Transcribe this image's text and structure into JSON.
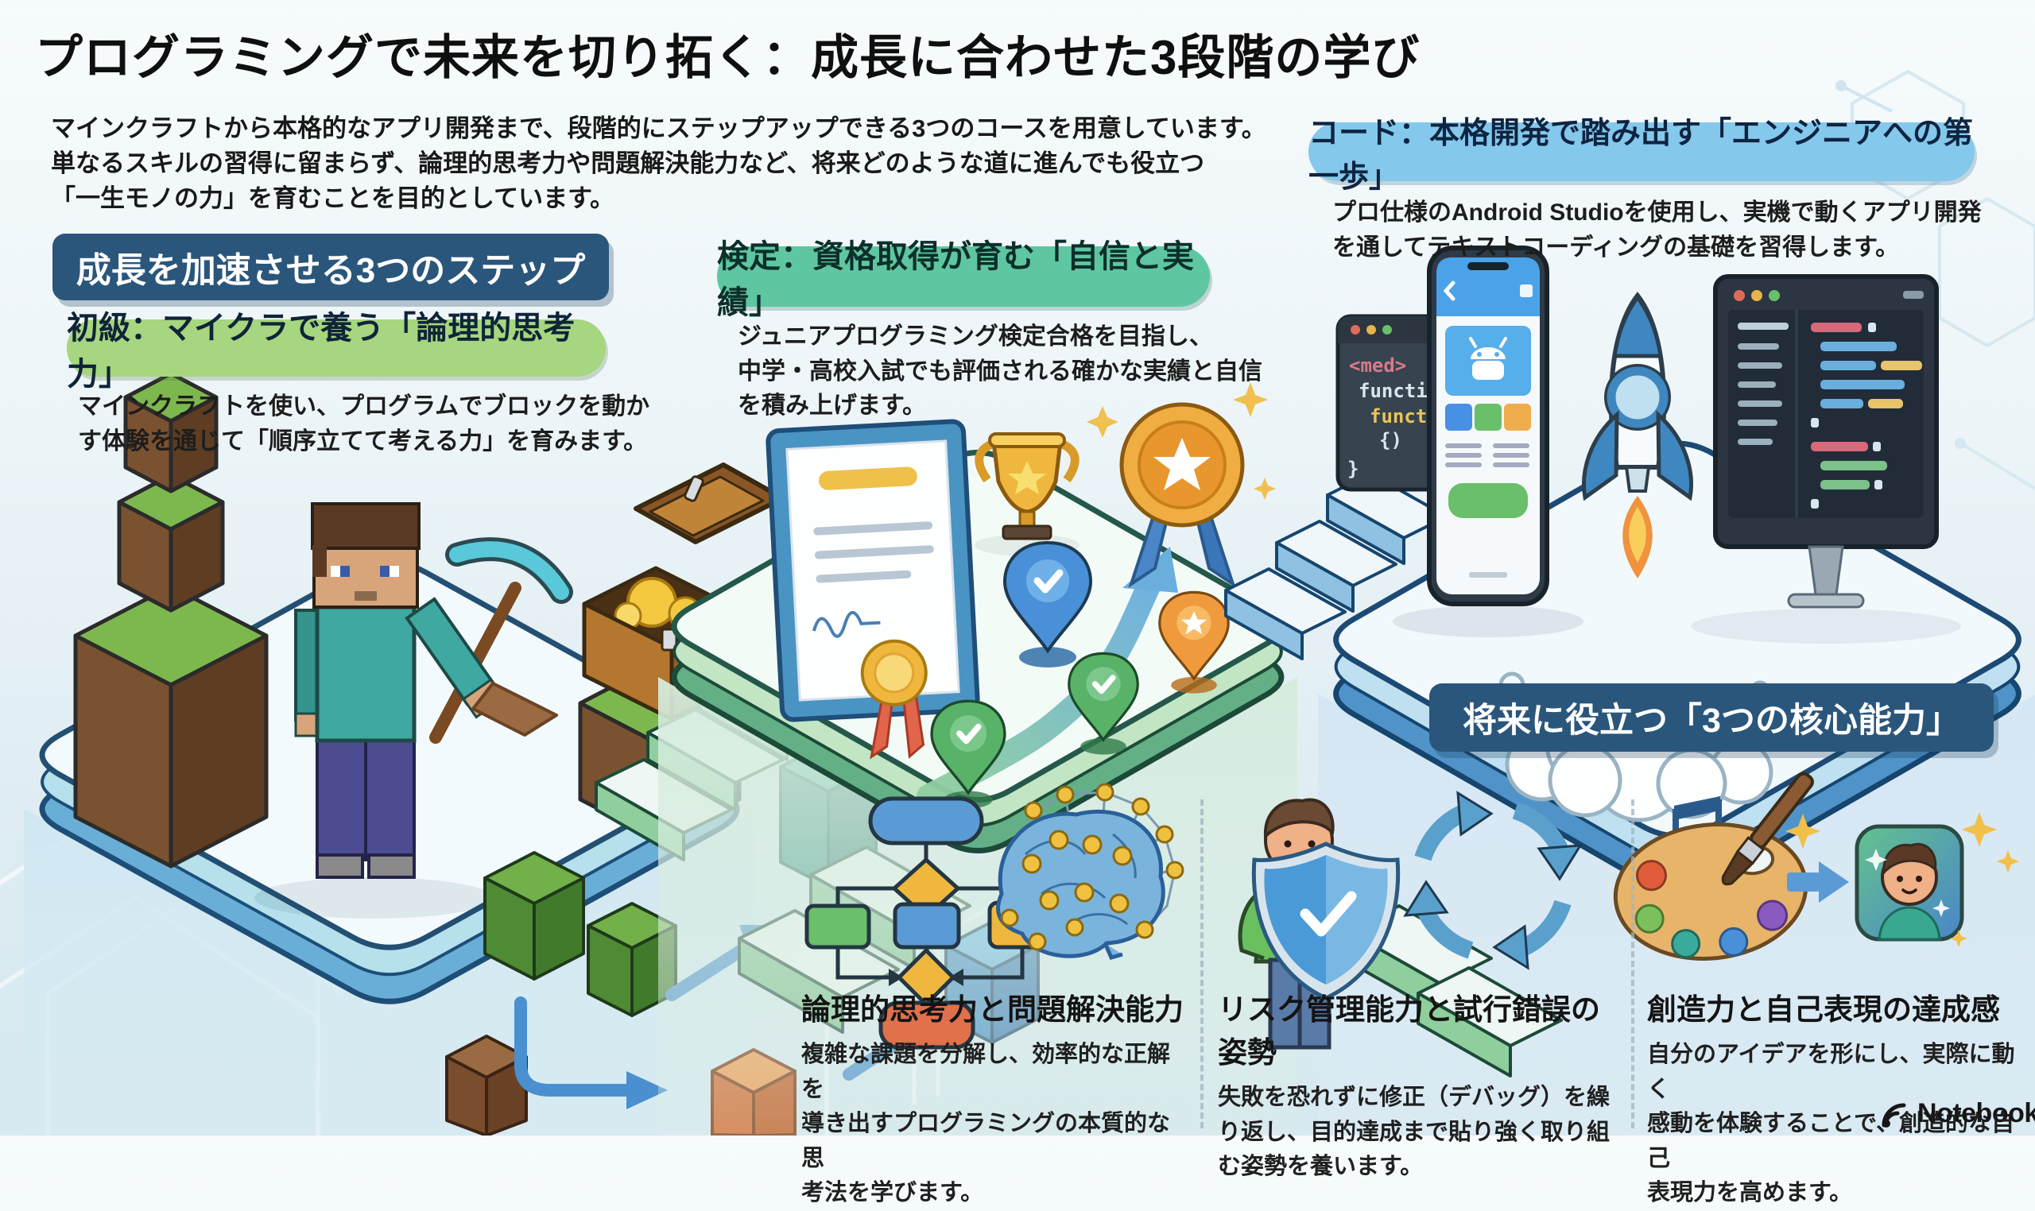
{
  "header": {
    "title": "プログラミングで未来を切り拓く：成長に合わせた3段階の学び",
    "intro": "マインクラフトから本格的なアプリ開発まで、段階的にステップアップできる3つのコースを用意しています。\n単なるスキルの習得に留まらず、論理的思考力や問題解決能力など、将来どのような道に進んでも役立つ\n「一生モノの力」を育むことを目的としています。"
  },
  "steps_header": {
    "label": "成長を加速させる3つのステップ"
  },
  "steps": [
    {
      "badge": "初級：マイクラで養う「論理的思考力」",
      "description": "マインクラフトを使い、プログラムでブロックを動か\nす体験を通じて「順序立てて考える力」を育みます。"
    },
    {
      "badge": "検定：資格取得が育む「自信と実績」",
      "description": "ジュニアプログラミング検定合格を目指し、\n中学・高校入試でも評価される確かな実績と自信\nを積み上げます。"
    },
    {
      "badge": "コード：本格開発で踏み出す「エンジニアへの第一歩」",
      "description": "プロ仕様のAndroid Studioを使用し、実機で動くアプリ開発\nを通してテキストコーディングの基礎を習得します。"
    }
  ],
  "core": {
    "header": "将来に役立つ「3つの核心能力」",
    "skills": [
      {
        "title": "論理的思考力と問題解決能力",
        "description": "複雑な課題を分解し、効率的な正解を\n導き出すプログラミングの本質的な思\n考法を学びます。",
        "icons": [
          "flowchart-icon",
          "brain-network-icon"
        ]
      },
      {
        "title": "リスク管理能力と試行錯誤の姿勢",
        "description": "失敗を恐れずに修正（デバッグ）を繰\nり返し、目的達成まで貼り強く取り組\nむ姿勢を養います。",
        "icons": [
          "person-shield-icon",
          "iteration-cycle-icon"
        ]
      },
      {
        "title": "創造力と自己表現の達成感",
        "description": "自分のアイデアを形にし、実際に動く\n感動を体験することで、創造的な自己\n表現力を高めます。",
        "icons": [
          "palette-brush-icon",
          "music-notes-icon",
          "avatar-app-icon"
        ]
      }
    ]
  },
  "code_snippet": {
    "lines": [
      "<med>",
      "function (",
      "function()",
      "{)",
      "}"
    ]
  },
  "branding": {
    "logo_text": "NotebookLM"
  },
  "colors": {
    "banner_navy": "#2b567c",
    "badge_green": "#a6d67f",
    "badge_teal": "#5fc6a2",
    "badge_blue": "#84c8ec",
    "platform_left_edge": "#69aed6",
    "platform_mid_edge": "#63b086",
    "platform_right_edge": "#4f93c8",
    "arrow_blue": "#4a90d0",
    "gold": "#f0b73e",
    "flame_orange": "#f0923e"
  }
}
